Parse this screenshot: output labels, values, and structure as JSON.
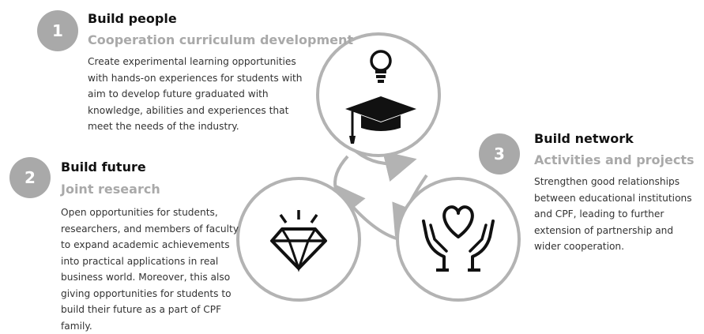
{
  "items": [
    {
      "number": "1",
      "title": "Build people",
      "subtitle": "Cooperation curriculum development",
      "body": "Create experimental learning opportunities with hands-on experiences for students with aim to develop future graduated with knowledge, abilities and experiences that meet the needs of the industry.",
      "icon": "graduation-cap-lightbulb-icon"
    },
    {
      "number": "2",
      "title": "Build future",
      "subtitle": "Joint research",
      "body": "Open opportunities for students, researchers, and members of faculty to expand academic achievements into practical applications in real business world. Moreover, this also giving opportunities for students to build their future as a part of CPF family.",
      "icon": "diamond-icon"
    },
    {
      "number": "3",
      "title": "Build network",
      "subtitle": "Activities and projects",
      "body": "Strengthen good relationships between educational institutions and CPF, leading to further extension of partnership and wider cooperation.",
      "icon": "hands-heart-icon"
    }
  ],
  "colors": {
    "badge": "#a9a9a9",
    "ring": "#b3b3b3",
    "icon": "#111111"
  }
}
